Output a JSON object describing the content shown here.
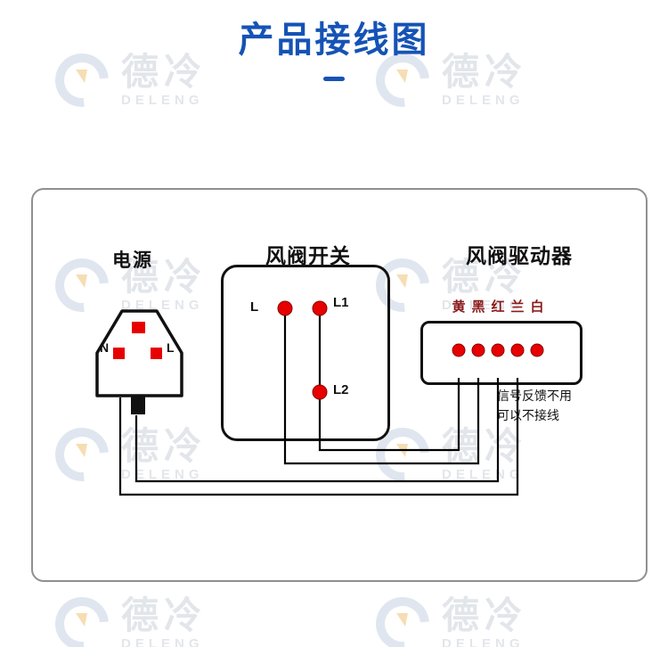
{
  "page": {
    "title": "产品接线图"
  },
  "colors": {
    "title_blue": "#1553b5",
    "terminal_red": "#e60000",
    "wire_label_red": "#8b1a1a",
    "wire_black": "#000000"
  },
  "watermark": {
    "cn": "德冷",
    "en": "DELENG"
  },
  "power": {
    "label": "电源",
    "pins": {
      "n": "N",
      "l": "L"
    }
  },
  "valve_switch": {
    "label": "风阀开关",
    "terminals": [
      "L",
      "L1",
      "L2"
    ]
  },
  "driver": {
    "label": "风阀驱动器",
    "wire_labels": [
      "黄",
      "黑",
      "红",
      "兰",
      "白"
    ],
    "note": [
      "信号反馈不用",
      "可以不接线"
    ]
  }
}
